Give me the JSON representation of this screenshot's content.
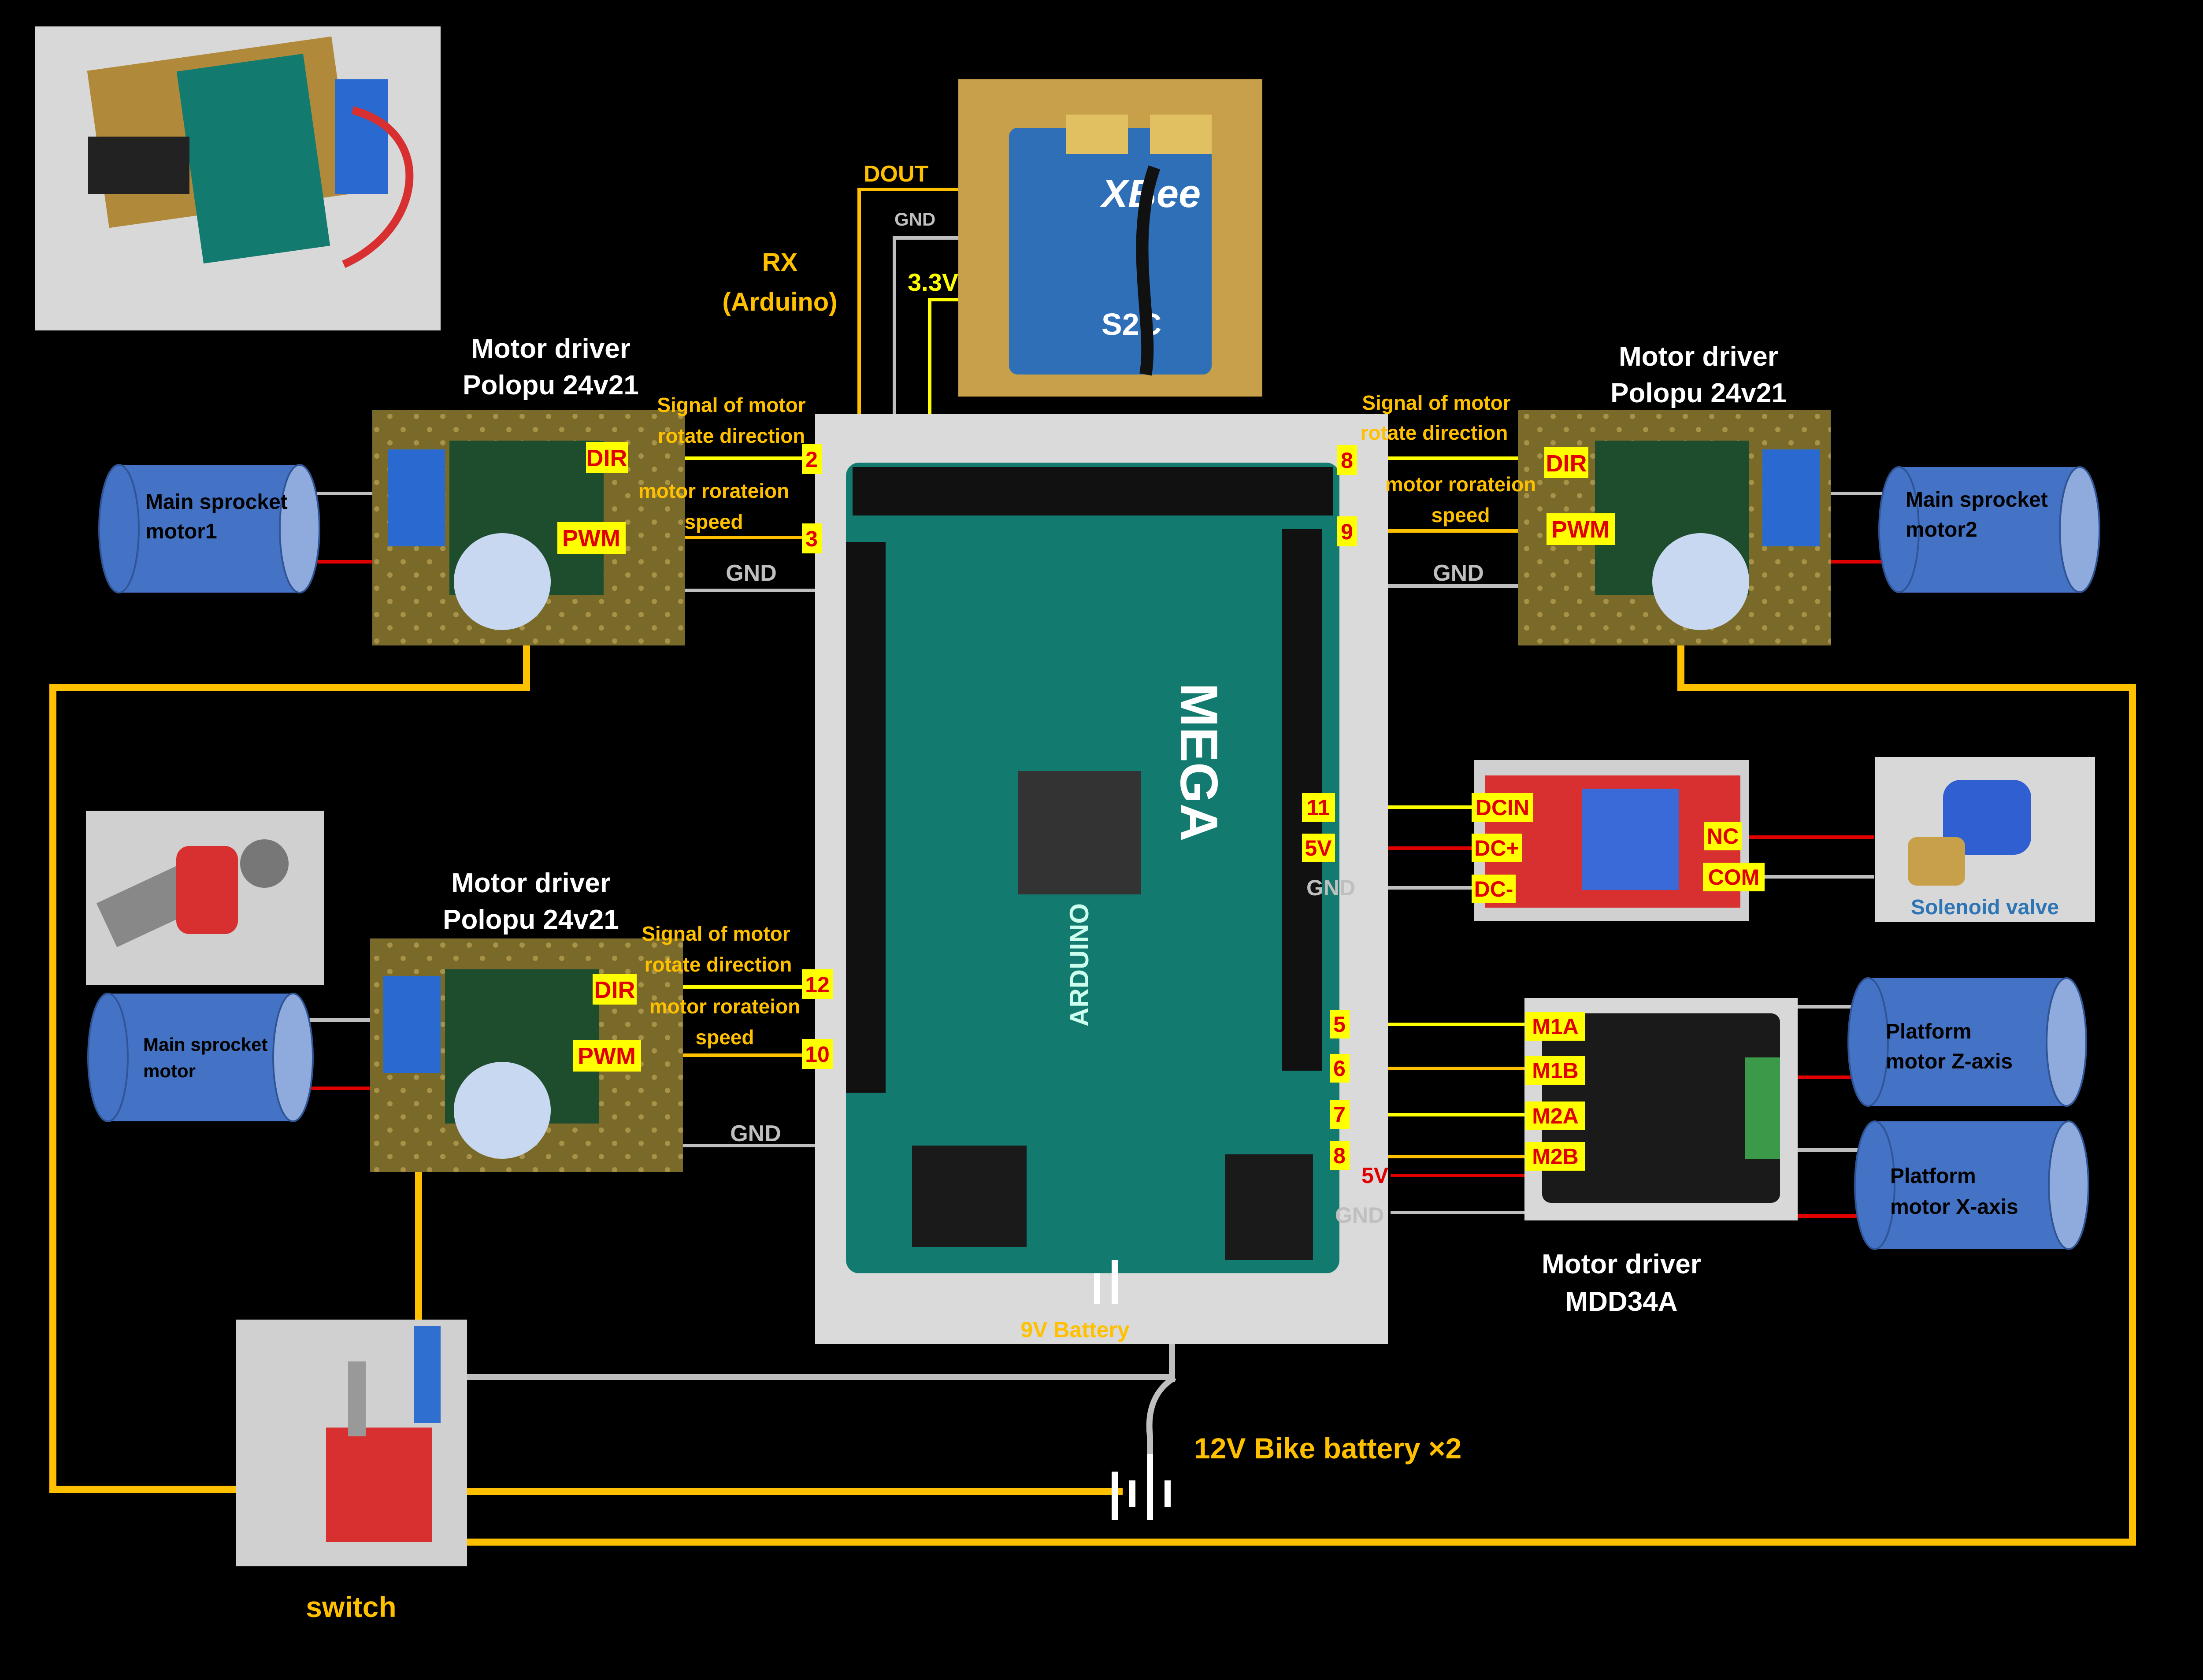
{
  "colors": {
    "background": "#000000",
    "power_wire": "#FFC000",
    "signal_wire": "#FFFF00",
    "ground_wire": "#BFBFBF",
    "plus_wire": "#E00000",
    "label_yellow": "#FFC000",
    "pin_box": "#FFFF00",
    "pin_text": "#E00000",
    "motor_fill": "#4472C4",
    "arduino_board": "#127A6E",
    "solenoid_text": "#2E75B6"
  },
  "xbee": {
    "label_dout": "DOUT",
    "label_gnd": "GND",
    "label_33v": "3.3V",
    "label_rx": "RX",
    "label_arduino": "(Arduino)",
    "chip_text": "XBee",
    "chip_sub": "S2C"
  },
  "arduino": {
    "logo": "MEGA",
    "brand": "ARDUINO"
  },
  "driver_left_top": {
    "title1": "Motor driver",
    "title2": "Polopu 24v21",
    "signal1": "Signal of motor",
    "signal2": "rotate direction",
    "speed1": "motor rorateion",
    "speed2": "speed",
    "dir": "DIR",
    "pwm": "PWM",
    "dir_pin": "2",
    "pwm_pin": "3",
    "gnd": "GND",
    "motor1": "Main sprocket",
    "motor2": "motor1"
  },
  "driver_right_top": {
    "title1": "Motor driver",
    "title2": "Polopu 24v21",
    "signal1": "Signal of motor",
    "signal2": "rotate direction",
    "speed1": "motor rorateion",
    "speed2": "speed",
    "dir": "DIR",
    "pwm": "PWM",
    "dir_pin": "8",
    "pwm_pin": "9",
    "gnd": "GND",
    "motor1": "Main sprocket",
    "motor2": "motor2"
  },
  "driver_left_bottom": {
    "title1": "Motor driver",
    "title2": "Polopu 24v21",
    "signal1": "Signal of motor",
    "signal2": "rotate direction",
    "speed1": "motor rorateion",
    "speed2": "speed",
    "dir": "DIR",
    "pwm": "PWM",
    "dir_pin": "12",
    "pwm_pin": "10",
    "gnd": "GND",
    "motor1": "Main sprocket",
    "motor2": "motor"
  },
  "relay": {
    "pin11": "11",
    "pin5v": "5V",
    "pingnd": "GND",
    "dcin": "DCIN",
    "dcp": "DC+",
    "dcm": "DC-",
    "nc": "NC",
    "com": "COM",
    "solenoid": "Solenoid valve"
  },
  "mdd": {
    "pins": [
      "5",
      "6",
      "7",
      "8"
    ],
    "labels": [
      "M1A",
      "M1B",
      "M2A",
      "M2B"
    ],
    "v5": "5V",
    "gnd": "GND",
    "title1": "Motor driver",
    "title2": "MDD34A",
    "motor_z1": "Platform",
    "motor_z2": "motor Z-axis",
    "motor_x1": "Platform",
    "motor_x2": "motor X-axis"
  },
  "power": {
    "battery9": "9V Battery",
    "battery12": "12V Bike battery ×2",
    "switch": "switch"
  }
}
